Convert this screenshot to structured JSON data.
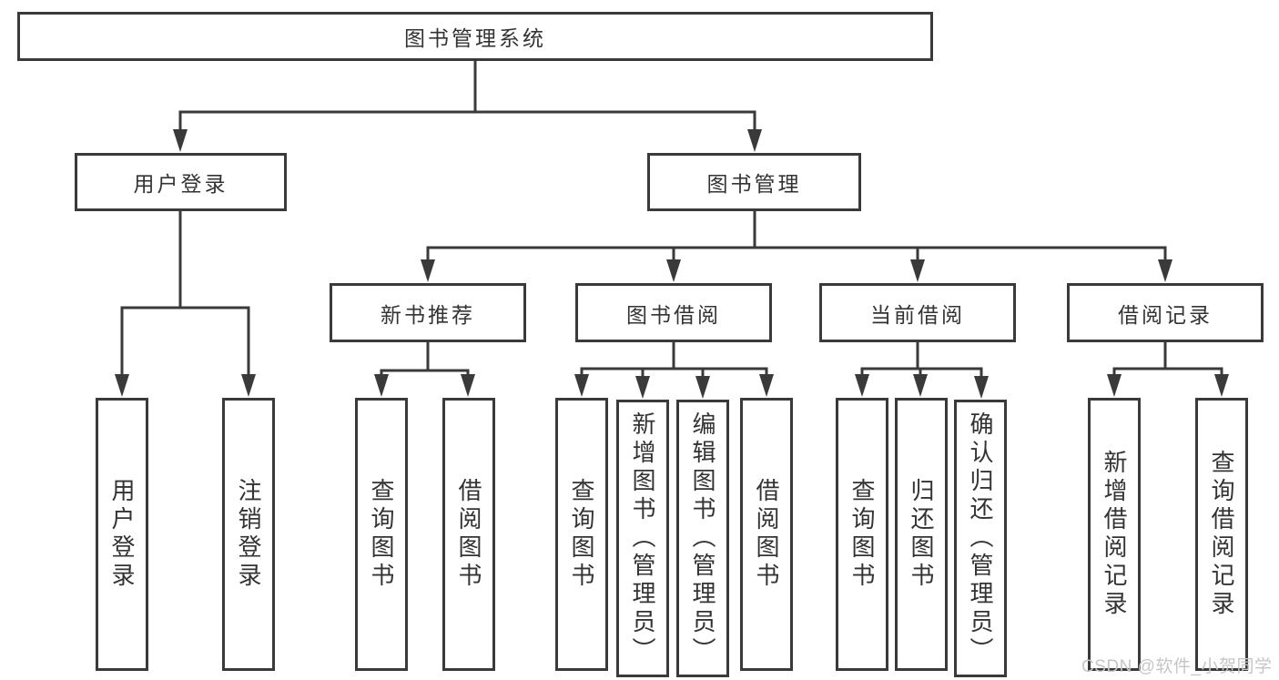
{
  "colors": {
    "line": "#3a3a3a",
    "box_border": "#3a3a3a",
    "box_fill": "#ffffff",
    "text": "#333333",
    "watermark": "#c6c6c6",
    "background": "#ffffff"
  },
  "watermark": {
    "text": "CSDN @软件_小贺同学"
  },
  "tree": {
    "root": {
      "label": "图书管理系统"
    },
    "branches": [
      {
        "label": "用户登录",
        "children": [
          {
            "label": "用户登录"
          },
          {
            "label": "注销登录"
          }
        ]
      },
      {
        "label": "图书管理",
        "children": [
          {
            "label": "新书推荐",
            "children": [
              {
                "label": "查询图书"
              },
              {
                "label": "借阅图书"
              }
            ]
          },
          {
            "label": "图书借阅",
            "children": [
              {
                "label": "查询图书"
              },
              {
                "label": "新增图书（管理员）"
              },
              {
                "label": "编辑图书（管理员）"
              },
              {
                "label": "借阅图书"
              }
            ]
          },
          {
            "label": "当前借阅",
            "children": [
              {
                "label": "查询图书"
              },
              {
                "label": "归还图书"
              },
              {
                "label": "确认归还（管理员）"
              }
            ]
          },
          {
            "label": "借阅记录",
            "children": [
              {
                "label": "新增借阅记录"
              },
              {
                "label": "查询借阅记录"
              }
            ]
          }
        ]
      }
    ]
  }
}
